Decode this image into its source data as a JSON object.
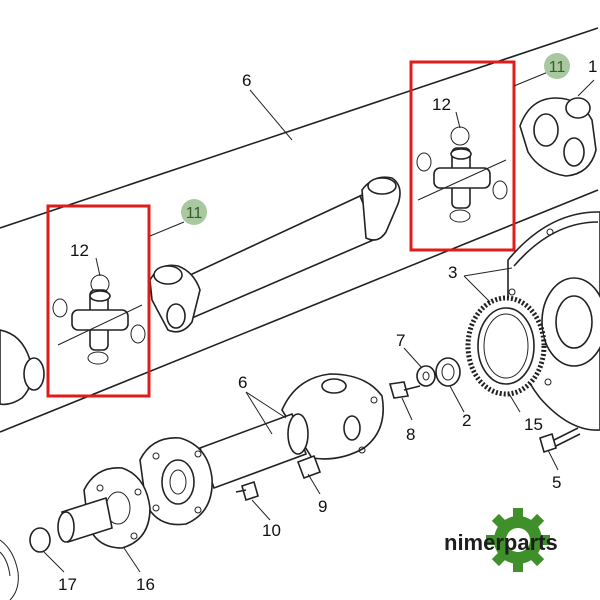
{
  "callouts": {
    "c1": "1",
    "c2": "2",
    "c3": "3",
    "c5": "5",
    "c6_top": "6",
    "c6_mid": "6",
    "c7": "7",
    "c8": "8",
    "c9": "9",
    "c10": "10",
    "c11_left": "11",
    "c11_right": "11",
    "c12_left": "12",
    "c12_right": "12",
    "c15": "15",
    "c16": "16",
    "c17": "17"
  },
  "brand": {
    "name": "nimerparts"
  },
  "colors": {
    "highlight_box": "#e01b1b",
    "badge_fill": "#a8c8a0",
    "logo_green": "#3f8f2a",
    "ink": "#222222"
  }
}
